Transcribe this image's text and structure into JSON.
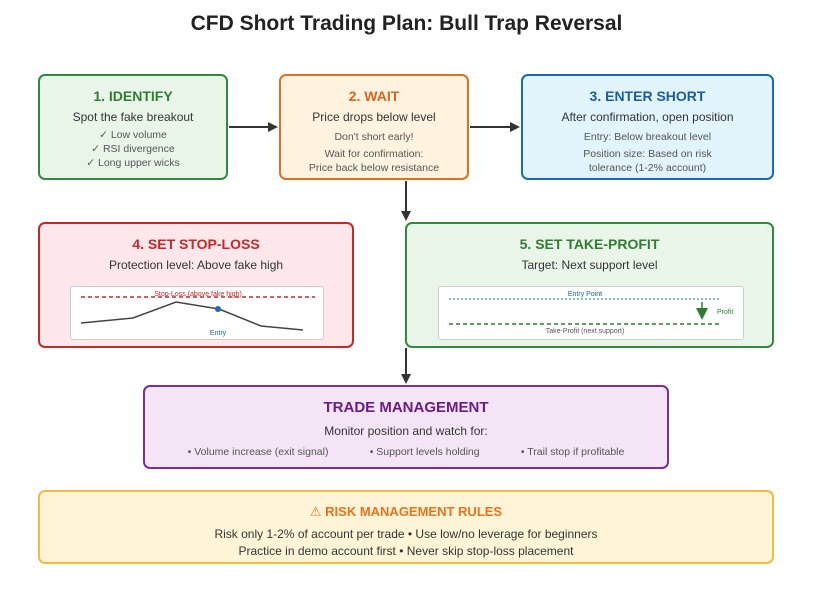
{
  "title": "CFD Short Trading Plan: Bull Trap Reversal",
  "steps": {
    "identify": {
      "heading": "1. IDENTIFY",
      "subtitle": "Spot the fake breakout",
      "items": [
        "✓ Low volume",
        "✓ RSI divergence",
        "✓ Long upper wicks"
      ]
    },
    "wait": {
      "heading": "2. WAIT",
      "subtitle": "Price drops below level",
      "lines": [
        "Don't short early!",
        "Wait for confirmation:",
        "Price back below resistance"
      ]
    },
    "enter": {
      "heading": "3. ENTER SHORT",
      "subtitle": "After confirmation, open position",
      "lines": [
        "Entry: Below breakout level",
        "Position size: Based on risk",
        "tolerance (1-2% account)"
      ]
    },
    "stop_loss": {
      "heading": "4. SET STOP-LOSS",
      "subtitle": "Protection level: Above fake high",
      "chart_stop_label": "Stop-Loss (above fake high)",
      "chart_entry_label": "Entry"
    },
    "take_profit": {
      "heading": "5. SET TAKE-PROFIT",
      "subtitle": "Target: Next support level",
      "chart_entry_label": "Entry Point",
      "chart_profit_label": "Profit",
      "chart_tp_label": "Take-Profit (next support)"
    }
  },
  "management": {
    "heading": "TRADE MANAGEMENT",
    "subtitle": "Monitor position and watch for:",
    "items": [
      "• Volume increase (exit signal)",
      "• Support levels holding",
      "• Trail stop if profitable"
    ]
  },
  "risk": {
    "heading": "⚠ RISK MANAGEMENT RULES",
    "lines": [
      "Risk only 1-2% of account per trade • Use low/no leverage for beginners",
      "Practice in demo account first • Never skip stop-loss placement"
    ]
  },
  "colors": {
    "green": "#2e8b3e",
    "orange": "#e07020",
    "blue": "#1a6bb0",
    "red": "#c62828",
    "purple": "#7b2d9a",
    "yellow": "#f5b942",
    "arrow": "#333333"
  }
}
